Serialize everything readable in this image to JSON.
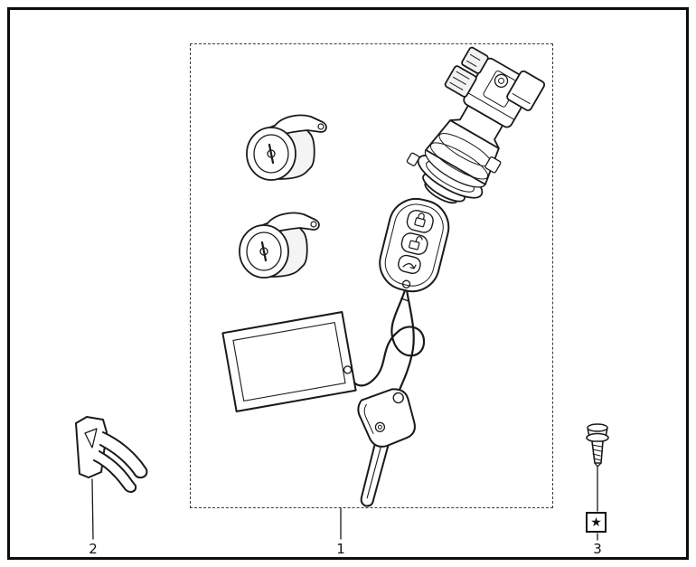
{
  "colors": {
    "line": "#1a1a1a",
    "background": "#ffffff",
    "dash": "#3a3a3a"
  },
  "callouts": {
    "part1": {
      "label": "1"
    },
    "part2": {
      "label": "2"
    },
    "part3": {
      "label": "3"
    }
  },
  "symbols": {
    "star_marker": "★"
  }
}
